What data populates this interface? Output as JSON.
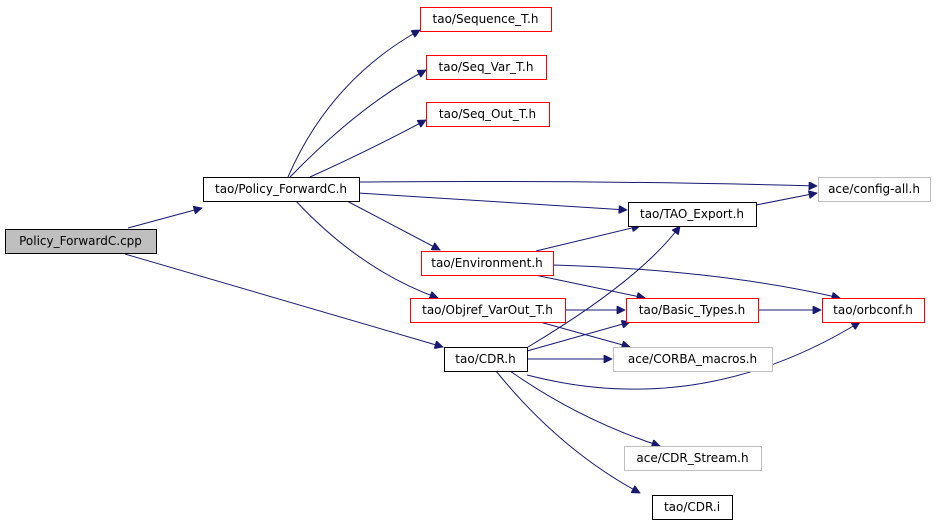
{
  "graph": {
    "nodes": [
      {
        "id": "root",
        "label": "Policy_ForwardC.cpp",
        "kind": "root"
      },
      {
        "id": "policy_h",
        "label": "tao/Policy_ForwardC.h",
        "kind": "normal"
      },
      {
        "id": "sequence_t",
        "label": "tao/Sequence_T.h",
        "kind": "red"
      },
      {
        "id": "seq_var_t",
        "label": "tao/Seq_Var_T.h",
        "kind": "red"
      },
      {
        "id": "seq_out_t",
        "label": "tao/Seq_Out_T.h",
        "kind": "red"
      },
      {
        "id": "config_all",
        "label": "ace/config-all.h",
        "kind": "gray"
      },
      {
        "id": "tao_export",
        "label": "tao/TAO_Export.h",
        "kind": "normal"
      },
      {
        "id": "environment",
        "label": "tao/Environment.h",
        "kind": "red"
      },
      {
        "id": "objref",
        "label": "tao/Objref_VarOut_T.h",
        "kind": "red"
      },
      {
        "id": "basic_types",
        "label": "tao/Basic_Types.h",
        "kind": "red"
      },
      {
        "id": "orbconf",
        "label": "tao/orbconf.h",
        "kind": "red"
      },
      {
        "id": "cdr_h",
        "label": "tao/CDR.h",
        "kind": "normal"
      },
      {
        "id": "corba_macros",
        "label": "ace/CORBA_macros.h",
        "kind": "gray"
      },
      {
        "id": "cdr_stream",
        "label": "ace/CDR_Stream.h",
        "kind": "gray"
      },
      {
        "id": "cdr_i",
        "label": "tao/CDR.i",
        "kind": "normal"
      }
    ],
    "edges": [
      {
        "from": "root",
        "to": "policy_h"
      },
      {
        "from": "root",
        "to": "cdr_h"
      },
      {
        "from": "policy_h",
        "to": "sequence_t"
      },
      {
        "from": "policy_h",
        "to": "seq_var_t"
      },
      {
        "from": "policy_h",
        "to": "seq_out_t"
      },
      {
        "from": "policy_h",
        "to": "config_all"
      },
      {
        "from": "policy_h",
        "to": "tao_export"
      },
      {
        "from": "policy_h",
        "to": "environment"
      },
      {
        "from": "policy_h",
        "to": "objref"
      },
      {
        "from": "tao_export",
        "to": "config_all"
      },
      {
        "from": "environment",
        "to": "tao_export"
      },
      {
        "from": "environment",
        "to": "basic_types"
      },
      {
        "from": "environment",
        "to": "orbconf"
      },
      {
        "from": "objref",
        "to": "basic_types"
      },
      {
        "from": "objref",
        "to": "corba_macros"
      },
      {
        "from": "basic_types",
        "to": "orbconf"
      },
      {
        "from": "cdr_h",
        "to": "tao_export"
      },
      {
        "from": "cdr_h",
        "to": "basic_types"
      },
      {
        "from": "cdr_h",
        "to": "corba_macros"
      },
      {
        "from": "cdr_h",
        "to": "orbconf"
      },
      {
        "from": "cdr_h",
        "to": "cdr_stream"
      },
      {
        "from": "cdr_h",
        "to": "cdr_i"
      }
    ]
  },
  "colors": {
    "edge": "#191970",
    "root_fill": "#bfbfbf",
    "red_border": "#ff0000",
    "gray_border": "#bfbfbf",
    "normal_border": "#000000",
    "text": "#000000",
    "gray_text": "#000000"
  }
}
